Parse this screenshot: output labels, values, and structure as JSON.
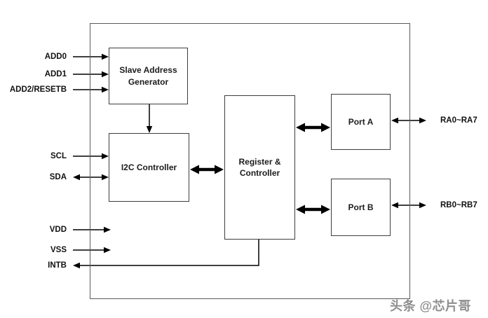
{
  "diagram": {
    "type": "block-diagram",
    "description": "I2C I/O expander functional block diagram",
    "blocks": {
      "slave_address_generator": {
        "line1": "Slave Address",
        "line2": "Generator"
      },
      "i2c_controller": {
        "label": "I2C Controller"
      },
      "register_controller": {
        "line1": "Register &",
        "line2": "Controller"
      },
      "port_a": {
        "label": "Port A"
      },
      "port_b": {
        "label": "Port B"
      }
    },
    "left_pins": {
      "add0": "ADD0",
      "add1": "ADD1",
      "add2_resetb": "ADD2/RESETB",
      "scl": "SCL",
      "sda": "SDA",
      "vdd": "VDD",
      "vss": "VSS",
      "intb": "INTB"
    },
    "right_pins": {
      "port_a_bus": "RA0~RA7",
      "port_b_bus": "RB0~RB7"
    },
    "colors": {
      "background": "#ffffff",
      "outer_border": "#5a5a5a",
      "block_border": "#3d3d3d",
      "text": "#111111",
      "arrow": "#000000",
      "watermark": "#8f8f8f"
    },
    "watermark": "头条 @芯片哥"
  }
}
